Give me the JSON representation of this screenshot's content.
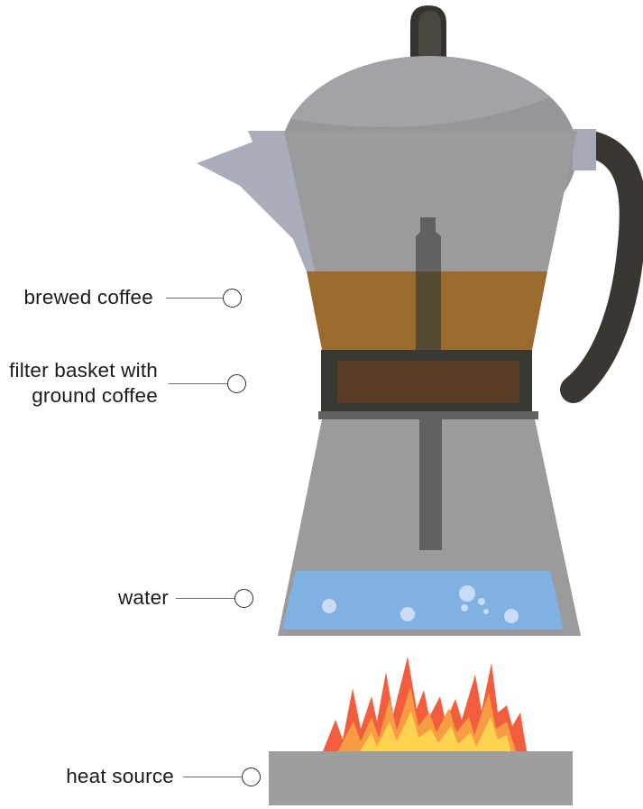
{
  "diagram": {
    "title": "moka pot cross-section diagram",
    "labels": {
      "brewed_coffee": "brewed coffee",
      "filter_basket_line1": "filter basket with",
      "filter_basket_line2": "ground coffee",
      "water": "water",
      "heat_source": "heat source"
    },
    "parts": [
      "lid knob",
      "lid",
      "handle",
      "spout",
      "upper chamber",
      "brewed coffee",
      "funnel tube",
      "filter basket with ground coffee",
      "lower boiler chamber",
      "water with bubbles",
      "flame",
      "hot plate"
    ],
    "colors": {
      "body_gray": "#9b9b9d",
      "body_light": "#a9acba",
      "lid_gray": "#96959a",
      "lid_highlight": "#a3a3a7",
      "knob_dark": "#35332f",
      "knob_light": "#4a4741",
      "handle_dark": "#3a3733",
      "handle_block": "#a7aab6",
      "coffee_brown": "#9a6b2d",
      "tube_gray": "#636160",
      "tube_brown": "#564a33",
      "basket_dark": "#3a3834",
      "basket_inner": "#5a3d26",
      "strip_gray": "#626060",
      "water_blue": "#7fb1e3",
      "bubble_blue": "#c9dcf3",
      "flame_outer": "#f25d3e",
      "flame_mid": "#f89c44",
      "flame_inner": "#fcd24e",
      "plate_gray": "#9e9e9e",
      "label_text": "#1b1b1b",
      "leader_line": "#6e6e6e",
      "leader_circle_stroke": "#2b2b2b"
    }
  }
}
